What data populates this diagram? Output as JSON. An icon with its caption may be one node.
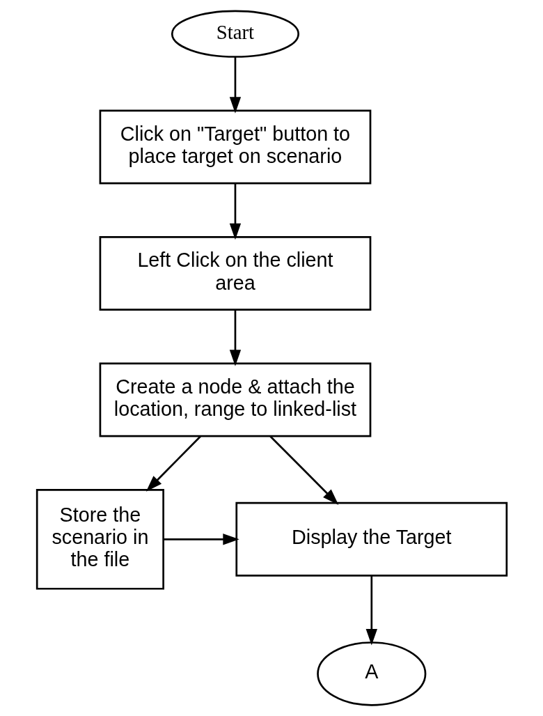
{
  "diagram": {
    "nodes": [
      {
        "text": [
          "Start"
        ]
      },
      {
        "text": [
          "Click on \"Target\" button to place target on scenario"
        ]
      },
      {
        "text": [
          "Left Click on the client area"
        ]
      },
      {
        "text": [
          "Create a node & attach the location, range to linked-list"
        ]
      },
      {
        "text": [
          "Display the Target"
        ]
      },
      {
        "text": [
          "Store the scenario in the file"
        ]
      },
      {
        "text": [
          "A"
        ]
      }
    ],
    "edges": [
      {
        "from": 0,
        "to": 1,
        "arrow": "to"
      },
      {
        "from": 1,
        "to": 2,
        "arrow": "to"
      },
      {
        "from": 2,
        "to": 3,
        "arrow": "to"
      },
      {
        "from": 3,
        "to": 4,
        "arrow": "to"
      },
      {
        "from": 3,
        "to": 5,
        "arrow": "to"
      },
      {
        "from": 5,
        "to": 4,
        "arrow": "to"
      },
      {
        "from": 4,
        "to": 6,
        "arrow": "to"
      }
    ]
  }
}
